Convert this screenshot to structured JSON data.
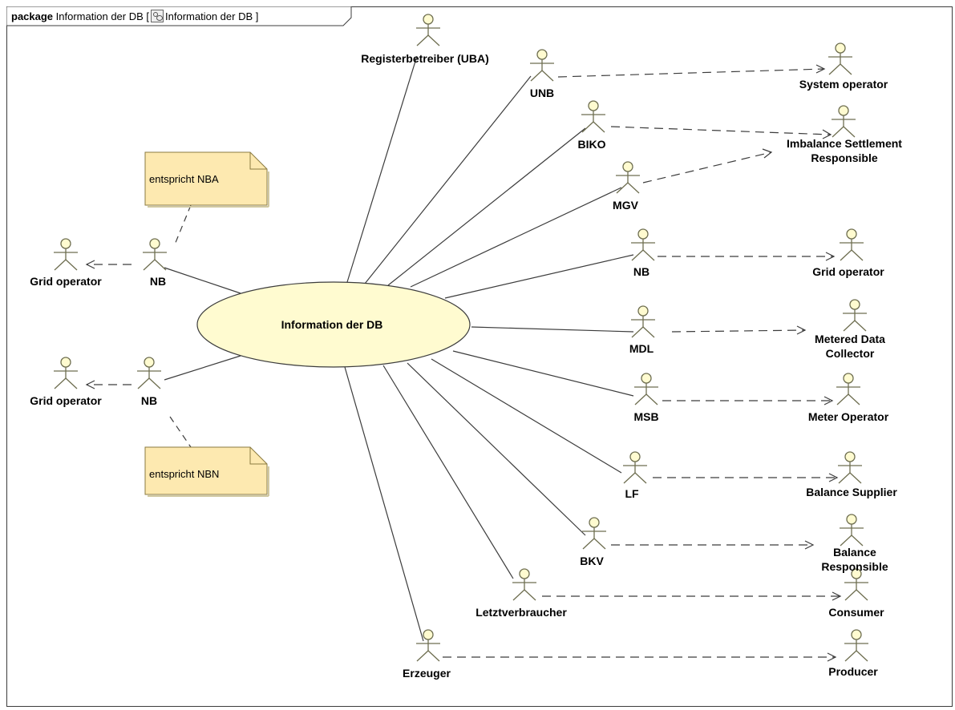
{
  "package": {
    "keyword": "package",
    "name": "Information der DB",
    "diagram_name": "Information der DB",
    "diagram_icon": "use-case-diagram-icon"
  },
  "use_case": {
    "label": "Information der DB"
  },
  "actors": {
    "registerbetreiber": "Registerbetreiber (UBA)",
    "unb": "UNB",
    "biko": "BIKO",
    "mgv": "MGV",
    "nb_right": "NB",
    "mdl": "MDL",
    "msb": "MSB",
    "lf": "LF",
    "bkv": "BKV",
    "letztverbraucher": "Letztverbraucher",
    "erzeuger": "Erzeuger",
    "nb_left_top": "NB",
    "nb_left_bottom": "NB",
    "grid_operator_left_top": "Grid operator",
    "grid_operator_left_bottom": "Grid operator",
    "system_operator": "System operator",
    "imbalance_line1": "Imbalance Settlement",
    "imbalance_line2": "Responsible",
    "grid_operator_right": "Grid operator",
    "metered_line1": "Metered Data",
    "metered_line2": "Collector",
    "meter_operator": "Meter Operator",
    "balance_supplier": "Balance Supplier",
    "balance_resp_line1": "Balance",
    "balance_resp_line2": "Responsible",
    "consumer": "Consumer",
    "producer": "Producer"
  },
  "notes": {
    "nba": "entspricht NBA",
    "nbn": "entspricht NBN"
  },
  "colors": {
    "actor_fill": "#fffbd0",
    "actor_stroke": "#6e6e50",
    "ellipse_fill": "#fffbd0",
    "note_fill": "#fde9b0",
    "line": "#3c3c3c"
  }
}
